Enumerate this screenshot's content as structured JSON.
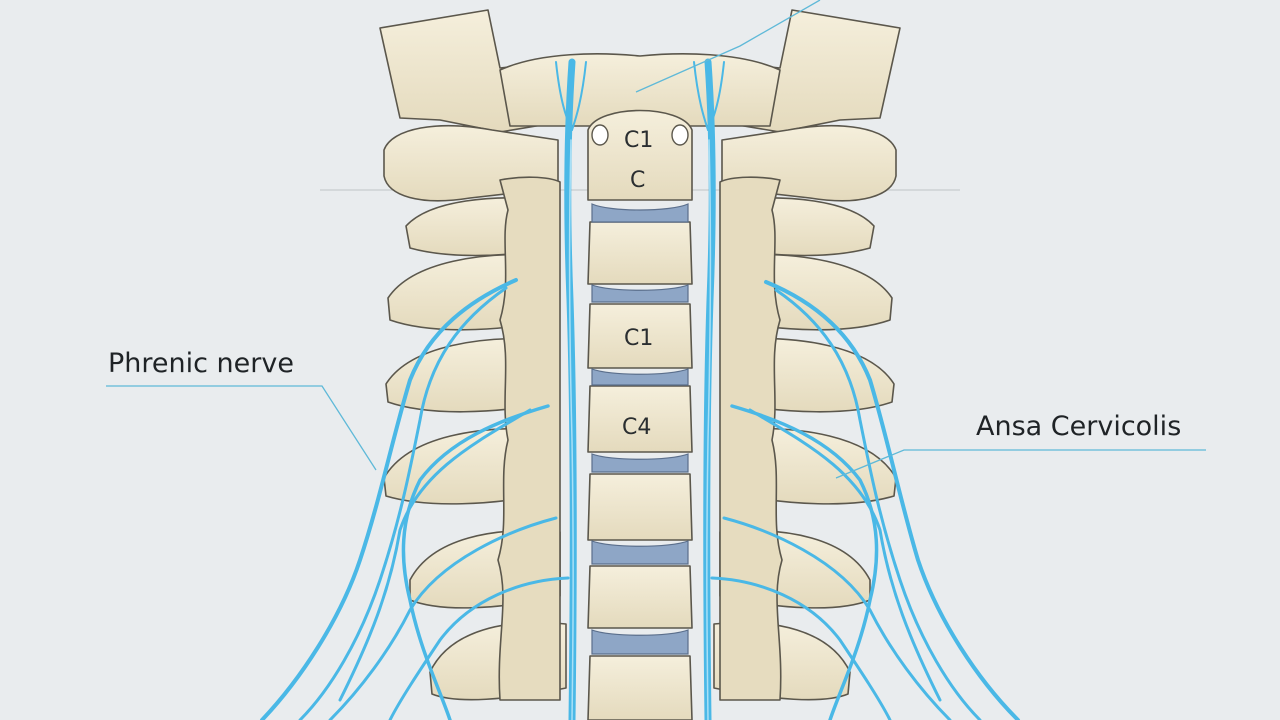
{
  "labels": {
    "phrenic_nerve": "Phrenic nerve",
    "ansa_cervicalis": "Ansa Cervicolis"
  },
  "vertebra_labels": [
    "C1",
    "C",
    "C1",
    "C4"
  ],
  "colors": {
    "background": "#e9ecee",
    "bone_fill": "#efe8d3",
    "bone_shadow": "#ddd2b2",
    "bone_outline": "#5b574c",
    "disc": "#8ea6c6",
    "nerve": "#4ab8e6",
    "nerve_highlight": "#a8e0f7",
    "leader_line": "#5fb9d8"
  }
}
